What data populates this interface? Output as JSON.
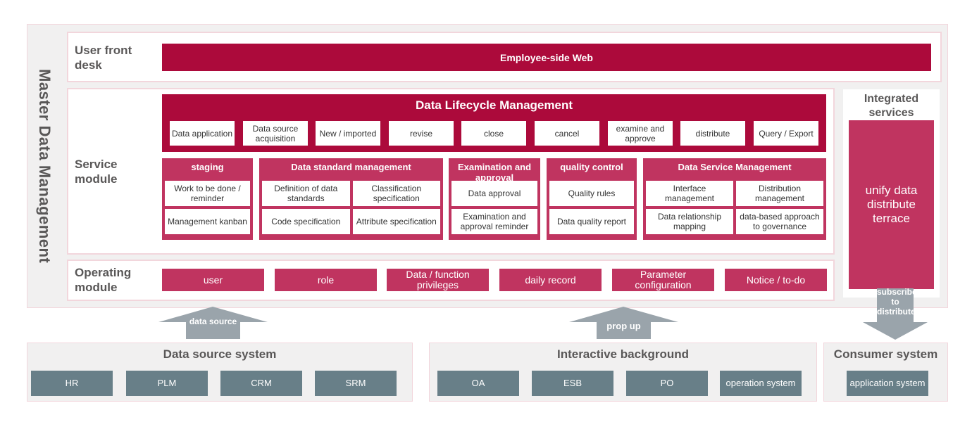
{
  "title": "Master Data Management",
  "user_front_desk": {
    "label": "User front desk",
    "bar": "Employee-side Web"
  },
  "service_module": {
    "label": "Service module",
    "lifecycle": {
      "title": "Data Lifecycle Management",
      "items": [
        "Data application",
        "Data source acquisition",
        "New / imported",
        "revise",
        "close",
        "cancel",
        "examine and approve",
        "distribute",
        "Query / Export"
      ]
    },
    "groups": [
      {
        "title": "staging",
        "cells": [
          "Work to be done / reminder",
          "Management kanban"
        ]
      },
      {
        "title": "Data standard management",
        "cells": [
          "Definition of data standards",
          "Classification specification",
          "Code specification",
          "Attribute specification"
        ]
      },
      {
        "title": "Examination and approval",
        "cells": [
          "Data approval",
          "Examination and approval reminder"
        ]
      },
      {
        "title": "quality control",
        "cells": [
          "Quality rules",
          "Data quality report"
        ]
      },
      {
        "title": "Data Service Management",
        "cells": [
          "Interface management",
          "Distribution management",
          "Data relationship mapping",
          "data-based approach to governance"
        ]
      }
    ]
  },
  "operating_module": {
    "label": "Operating module",
    "items": [
      "user",
      "role",
      "Data / function privileges",
      "daily record",
      "Parameter configuration",
      "Notice / to-do"
    ]
  },
  "integrated_services": {
    "title": "Integrated services",
    "box": "unify data distribute terrace"
  },
  "arrows": {
    "data_source": "data source",
    "prop_up": "prop up",
    "subscribe": "subscribe to distribute"
  },
  "data_source_system": {
    "title": "Data source system",
    "items": [
      "HR",
      "PLM",
      "CRM",
      "SRM"
    ]
  },
  "interactive_background": {
    "title": "Interactive background",
    "items": [
      "OA",
      "ESB",
      "PO",
      "operation system"
    ]
  },
  "consumer_system": {
    "title": "Consumer system",
    "items": [
      "application system"
    ]
  },
  "colors": {
    "dark_red": "#ac0a3b",
    "pink_red": "#c03460",
    "slate": "#687f88",
    "arrow": "#9aa4ab"
  }
}
